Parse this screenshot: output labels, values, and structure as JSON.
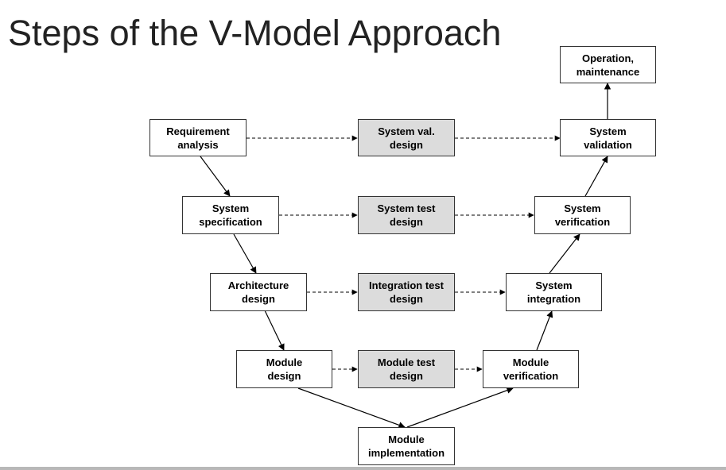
{
  "title": "Steps of the V-Model Approach",
  "boxes": {
    "operation": "Operation,\nmaintenance",
    "req_analysis": "Requirement\nanalysis",
    "sys_val_design": "System val.\ndesign",
    "sys_validation": "System\nvalidation",
    "sys_spec": "System\nspecification",
    "sys_test_design": "System test\ndesign",
    "sys_verification": "System\nverification",
    "arch_design": "Architecture\ndesign",
    "int_test_design": "Integration test\ndesign",
    "sys_integration": "System\nintegration",
    "module_design": "Module\ndesign",
    "module_test_design": "Module test\ndesign",
    "module_verification": "Module\nverification",
    "module_impl": "Module\nimplementation"
  },
  "colors": {
    "box_border": "#333333",
    "test_design_fill": "#dcdcdc",
    "arrow": "#000000"
  }
}
